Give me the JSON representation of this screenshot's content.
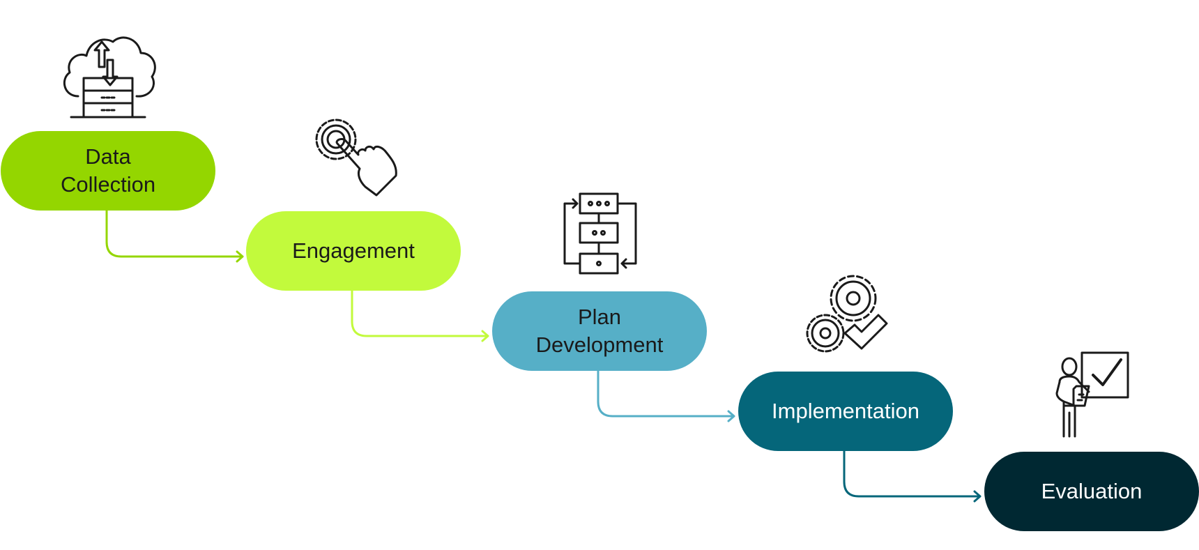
{
  "steps": [
    {
      "label": "Data\nCollection",
      "color": "#94D600",
      "text_color": "#1A1A1A",
      "icon": "cloud-server-icon"
    },
    {
      "label": "Engagement",
      "color": "#C2FA3C",
      "text_color": "#1A1A1A",
      "icon": "gear-touch-icon"
    },
    {
      "label": "Plan\nDevelopment",
      "color": "#56AFC7",
      "text_color": "#1A1A1A",
      "icon": "flowchart-icon"
    },
    {
      "label": "Implementation",
      "color": "#05667A",
      "text_color": "#FFFFFF",
      "icon": "gears-check-icon"
    },
    {
      "label": "Evaluation",
      "color": "#002832",
      "text_color": "#FFFFFF",
      "icon": "presenter-check-icon"
    }
  ],
  "icon_color": "#1A1A1A"
}
